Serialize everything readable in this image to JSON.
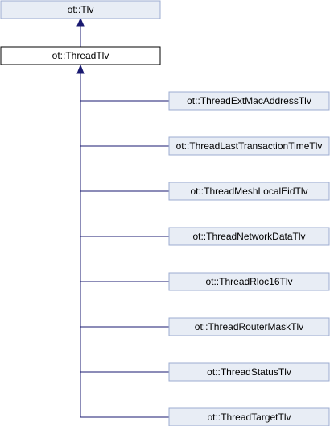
{
  "colors": {
    "edge": "#191970",
    "box_border_dark": "#000000",
    "box_border": "#9cacd1",
    "box_fill_light": "#e8edf5",
    "box_fill_selected": "#ffffff",
    "arrow": "#191970"
  },
  "diagram": {
    "root": {
      "label": "ot::Tlv"
    },
    "base": {
      "label": "ot::ThreadTlv"
    },
    "children": [
      {
        "label": "ot::ThreadExtMacAddressTlv"
      },
      {
        "label": "ot::ThreadLastTransactionTimeTlv"
      },
      {
        "label": "ot::ThreadMeshLocalEidTlv"
      },
      {
        "label": "ot::ThreadNetworkDataTlv"
      },
      {
        "label": "ot::ThreadRloc16Tlv"
      },
      {
        "label": "ot::ThreadRouterMaskTlv"
      },
      {
        "label": "ot::ThreadStatusTlv"
      },
      {
        "label": "ot::ThreadTargetTlv"
      }
    ]
  }
}
